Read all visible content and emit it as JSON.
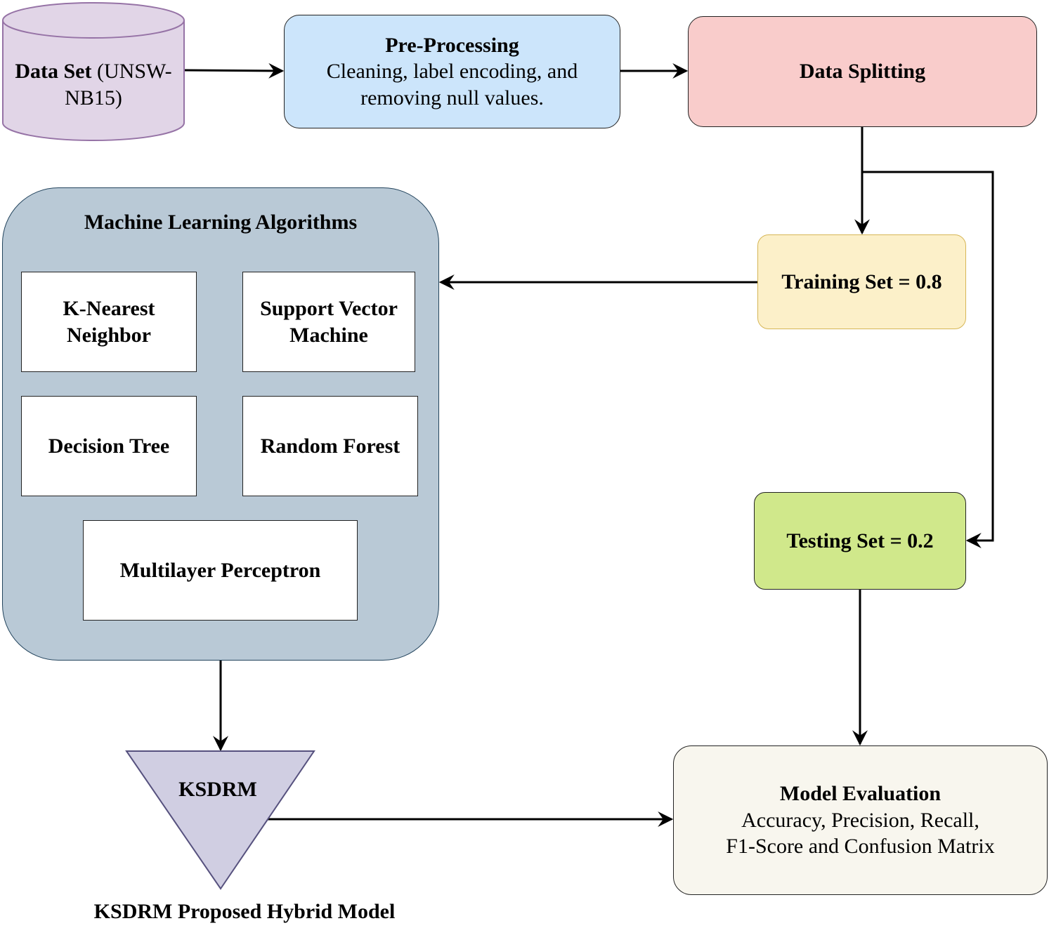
{
  "dataset": {
    "title_bold": "Data Set",
    "title_rest": " (UNSW-",
    "title_line2": "NB15)"
  },
  "preprocessing": {
    "title": "Pre-Processing",
    "line1": "Cleaning, label encoding, and",
    "line2": "removing null values."
  },
  "data_splitting": {
    "title": "Data Splitting"
  },
  "training_set": {
    "label": "Training Set = 0.8"
  },
  "testing_set": {
    "label": "Testing Set = 0.2"
  },
  "ml_group": {
    "title": "Machine Learning Algorithms",
    "knn": {
      "line1": "K-Nearest",
      "line2": "Neighbor"
    },
    "svm": {
      "line1": "Support Vector",
      "line2": "Machine"
    },
    "dt": {
      "label": "Decision Tree"
    },
    "rf": {
      "label": "Random Forest"
    },
    "mlp": {
      "label": "Multilayer Perceptron"
    }
  },
  "ksdrm": {
    "label": "KSDRM",
    "caption": "KSDRM Proposed Hybrid Model"
  },
  "model_evaluation": {
    "title": "Model Evaluation",
    "line1": "Accuracy, Precision, Recall,",
    "line2": "F1-Score and Confusion Matrix"
  },
  "colors": {
    "dataset_fill": "#e1d5e7",
    "dataset_stroke": "#9673a6",
    "preprocessing_fill": "#cce5fb",
    "splitting_fill": "#f9cccb",
    "training_fill": "#fcf0c9",
    "testing_fill": "#d0e88b",
    "ml_group_fill": "#b9c9d6",
    "ksdrm_fill": "#d0cee2",
    "evaluation_fill": "#f8f6ee"
  }
}
